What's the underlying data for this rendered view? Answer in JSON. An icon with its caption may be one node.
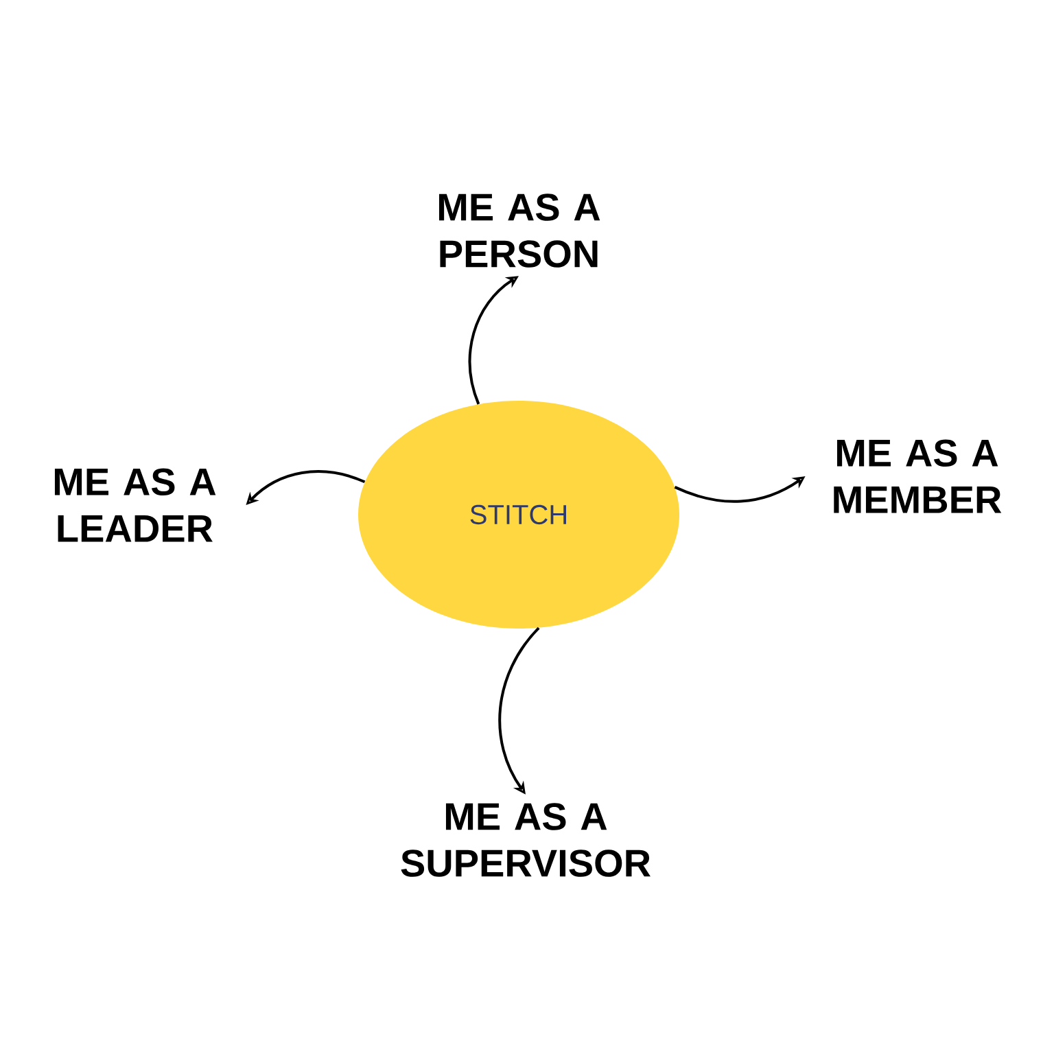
{
  "diagram": {
    "nodes": [
      {
        "text": [
          "STITCH"
        ]
      },
      {
        "text": [
          "ME AS A PERSON"
        ]
      },
      {
        "text": [
          "ME AS A MEMBER"
        ]
      },
      {
        "text": [
          "ME AS A SUPERVISOR"
        ]
      },
      {
        "text": [
          "ME AS A LEADER"
        ]
      }
    ],
    "edges": [
      {
        "from": 0,
        "to": 1,
        "arrow": "to"
      },
      {
        "from": 0,
        "to": 2,
        "arrow": "to"
      },
      {
        "from": 0,
        "to": 3,
        "arrow": "to"
      },
      {
        "from": 0,
        "to": 4,
        "arrow": "to"
      }
    ]
  }
}
